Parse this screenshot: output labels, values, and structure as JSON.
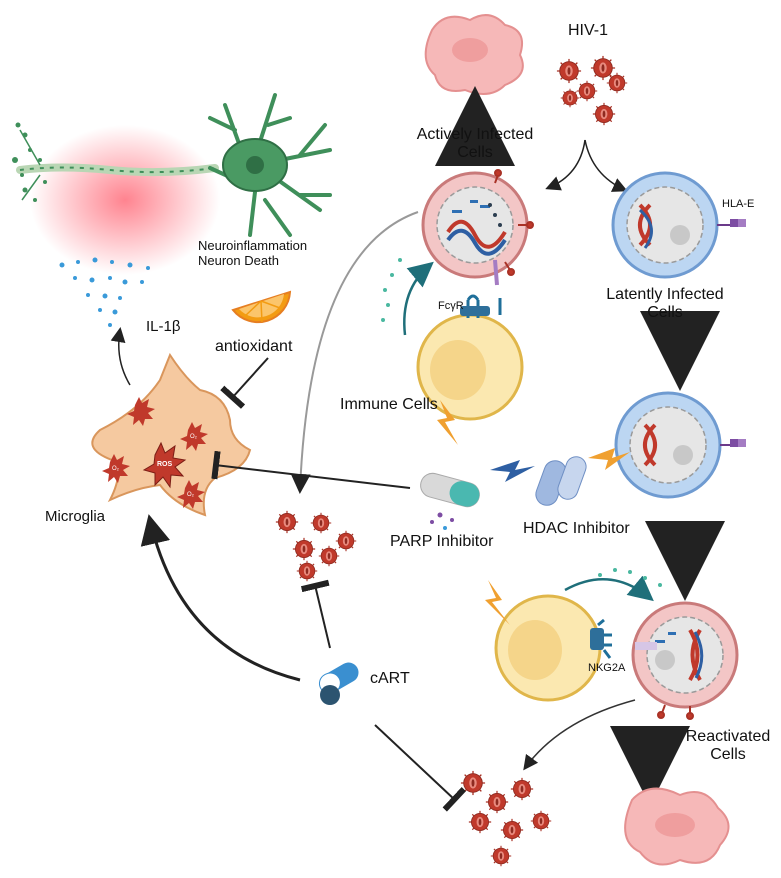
{
  "labels": {
    "hiv1": "HIV-1",
    "actively_infected_line1": "Actively Infected",
    "actively_infected_line2": "Cells",
    "neuroinflammation": "Neuroinflammation",
    "neuron_death": "Neuron Death",
    "il1b": "IL-1β",
    "antioxidant": "antioxidant",
    "microglia": "Microglia",
    "immune_cells": "Immune Cells",
    "fcgr": "FcγR",
    "hla_e": "HLA-E",
    "latently_infected_line1": "Latently Infected",
    "latently_infected_line2": "Cells",
    "parp_inhibitor": "PARP Inhibitor",
    "hdac_inhibitor": "HDAC Inhibitor",
    "cart": "cART",
    "nkg2a": "NKG2A",
    "reactivated_line1": "Reactivated",
    "reactivated_line2": "Cells",
    "ros": "ROS",
    "o2": "O₂"
  },
  "colors": {
    "infected_cell": "#f3c6c6",
    "infected_cell_border": "#c97a7a",
    "latent_cell": "#bcd6f2",
    "latent_cell_border": "#6f9bd1",
    "immune_cell": "#fbe8b0",
    "immune_cell_border": "#e0b64a",
    "virus": "#c0392b",
    "neuron": "#3f8f5a",
    "microglia": "#f5c9a0",
    "lightning": "#f0a030",
    "arrow": "#222222"
  }
}
